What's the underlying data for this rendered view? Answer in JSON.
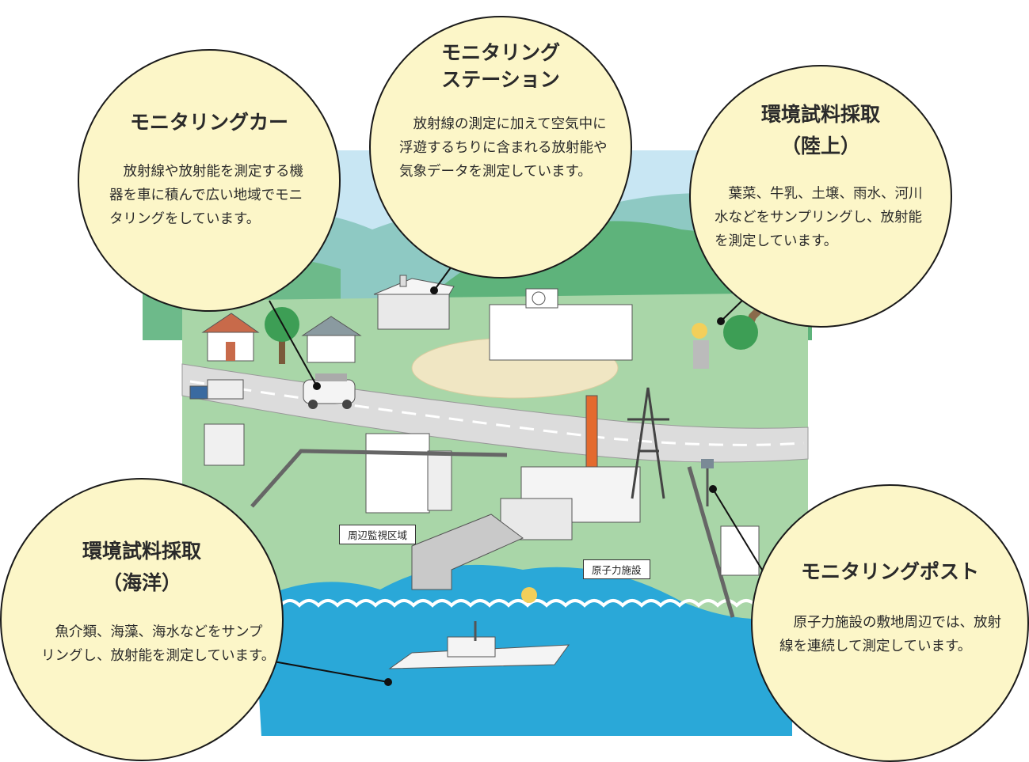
{
  "callouts": {
    "car": {
      "title": "モニタリングカー",
      "body": "　放射線や放射能を測定する機器を車に積んで広い地域でモニタリングをしています。"
    },
    "station": {
      "title_line1": "モニタリング",
      "title_line2": "ステーション",
      "body": "　放射線の測定に加えて空気中に浮遊するちりに含まれる放射能や気象データを測定しています。"
    },
    "land": {
      "title_line1": "環境試料採取",
      "title_line2": "（陸上）",
      "body": "　葉菜、牛乳、土壌、雨水、河川水などをサンプリングし、放射能を測定しています。"
    },
    "sea": {
      "title_line1": "環境試料採取",
      "title_line2": "（海洋）",
      "body": "　魚介類、海藻、海水などをサンプリングし、放射能を測定しています。"
    },
    "post": {
      "title": "モニタリングポスト",
      "body": "　原子力施設の敷地周辺では、放射線を連続して測定しています。"
    }
  },
  "labels": {
    "area": "周辺監視区域",
    "facility": "原子力施設"
  }
}
